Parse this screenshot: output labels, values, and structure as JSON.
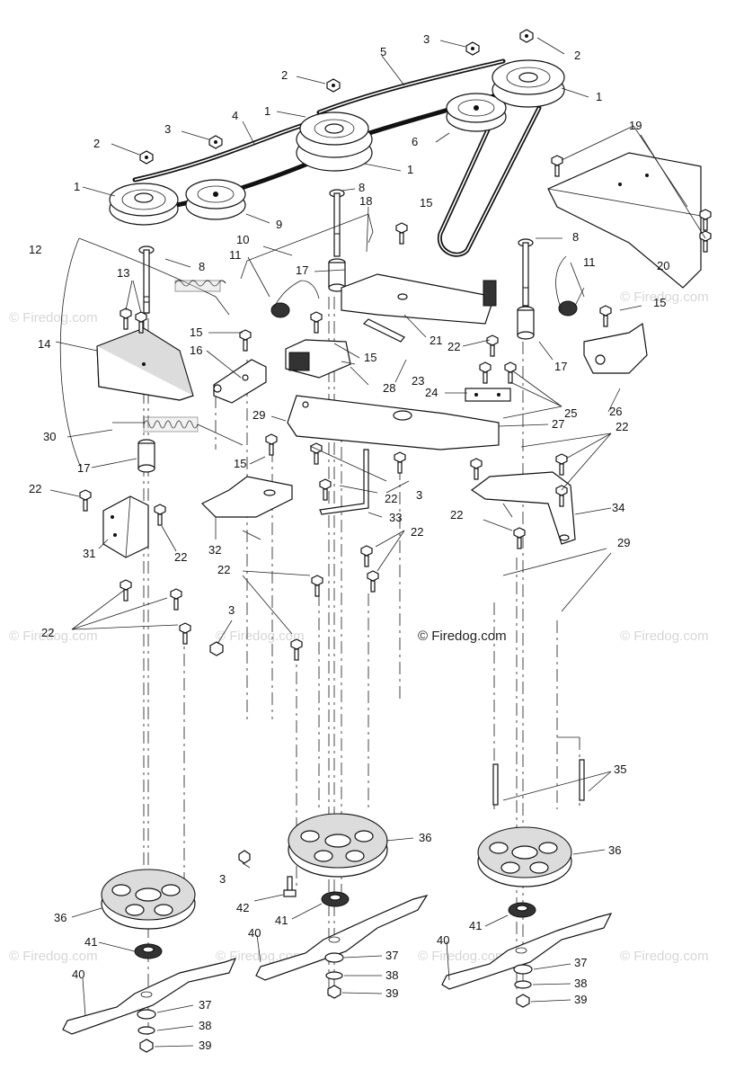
{
  "watermarks": {
    "site": "© Firedog.com"
  },
  "callouts": {
    "c1": "1",
    "c2": "2",
    "c3": "3",
    "c4": "4",
    "c5": "5",
    "c6": "6",
    "c8": "8",
    "c9": "9",
    "c10": "10",
    "c11": "11",
    "c12": "12",
    "c13": "13",
    "c14": "14",
    "c15": "15",
    "c16": "16",
    "c17": "17",
    "c18": "18",
    "c19": "19",
    "c20": "20",
    "c21": "21",
    "c22": "22",
    "c23": "23",
    "c24": "24",
    "c25": "25",
    "c26": "26",
    "c27": "27",
    "c28": "28",
    "c29": "29",
    "c30": "30",
    "c31": "31",
    "c32": "32",
    "c33": "33",
    "c34": "34",
    "c35": "35",
    "c36": "36",
    "c37": "37",
    "c38": "38",
    "c39": "39",
    "c40": "40",
    "c41": "41",
    "c42": "42"
  }
}
